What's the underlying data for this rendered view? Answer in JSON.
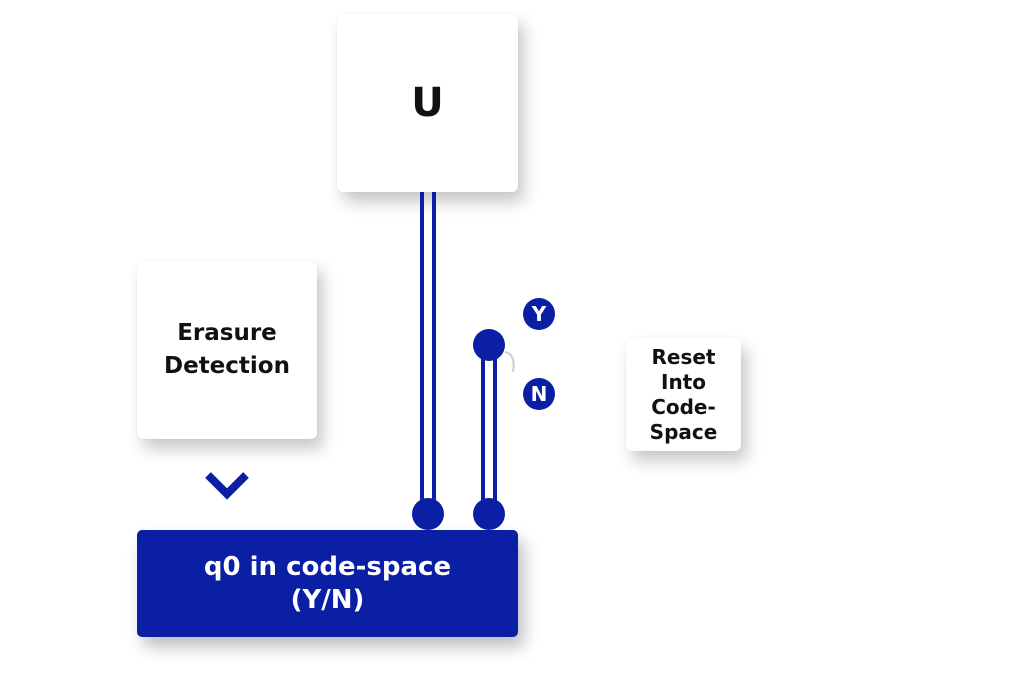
{
  "nodes": {
    "unitary": {
      "label": "U"
    },
    "erasure_detection": {
      "label": "Erasure\nDetection"
    },
    "reset": {
      "label": "Reset\nInto\nCode-\nSpace"
    },
    "code_space_check": {
      "label": "q0 in code-space\n(Y/N)"
    }
  },
  "switch": {
    "yes_label": "Y",
    "no_label": "N"
  },
  "colors": {
    "accent": "#0a1fa3",
    "card": "#ffffff",
    "text": "#111111"
  }
}
